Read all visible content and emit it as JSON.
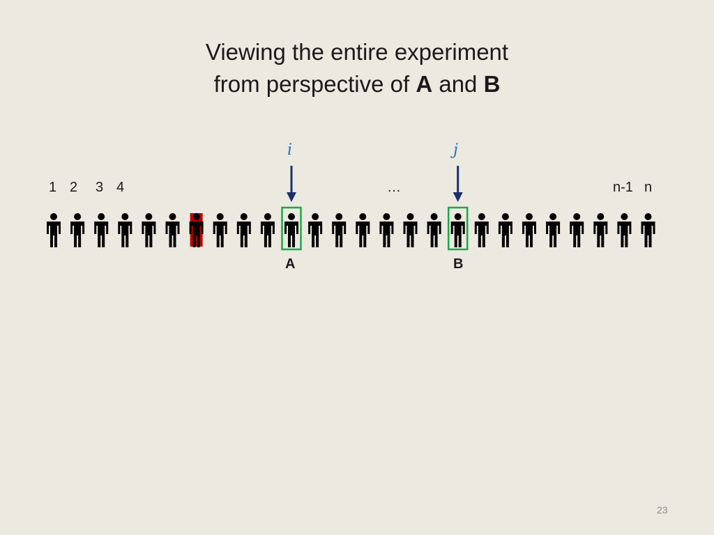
{
  "title": {
    "line1": "Viewing the entire experiment",
    "line2_prefix": "from perspective of ",
    "line2_a": "A",
    "line2_mid": " and ",
    "line2_b": "B"
  },
  "index_labels": {
    "i": "i",
    "j": "j"
  },
  "number_labels": {
    "n1": "1",
    "n2": "2",
    "n3": "3",
    "n4": "4",
    "ellipsis": "…",
    "n_minus_1": "n-1",
    "n": "n"
  },
  "slot_labels": {
    "a": "A",
    "b": "B"
  },
  "people": {
    "count": 26,
    "highlighted_red_index": 6,
    "boxed_green_indices": [
      10,
      17
    ]
  },
  "colors": {
    "background": "#ece9e0",
    "figure": "#000000",
    "red_highlight": "#c00000",
    "green_box": "#1aa84a",
    "arrow": "#1c2e6e",
    "index_label": "#1f6fb3"
  },
  "page_number": "23"
}
